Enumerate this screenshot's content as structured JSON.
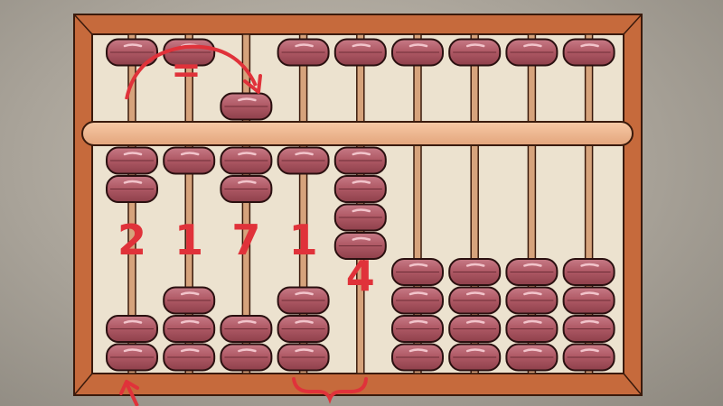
{
  "abacus": {
    "columns": [
      {
        "digit": "2",
        "upper_active": false,
        "lower_active_count": 2
      },
      {
        "digit": "1",
        "upper_active": false,
        "lower_active_count": 1
      },
      {
        "digit": "7",
        "upper_active": true,
        "lower_active_count": 2
      },
      {
        "digit": "1",
        "upper_active": false,
        "lower_active_count": 1
      },
      {
        "digit": "4",
        "upper_active": false,
        "lower_active_count": 4
      },
      {
        "digit": "",
        "upper_active": false,
        "lower_active_count": 0
      },
      {
        "digit": "",
        "upper_active": false,
        "lower_active_count": 0
      },
      {
        "digit": "",
        "upper_active": false,
        "lower_active_count": 0
      },
      {
        "digit": "",
        "upper_active": false,
        "lower_active_count": 0
      }
    ],
    "equals_sign": "=",
    "bracket_glyph": "{"
  },
  "colors": {
    "frame": "#c66a3c",
    "frame_dark": "#8f4522",
    "board": "#ece2cf",
    "rod": "#d6a37c",
    "bead": "#b05a66",
    "bead_light": "#d48a95",
    "annotation": "#e0323a"
  }
}
